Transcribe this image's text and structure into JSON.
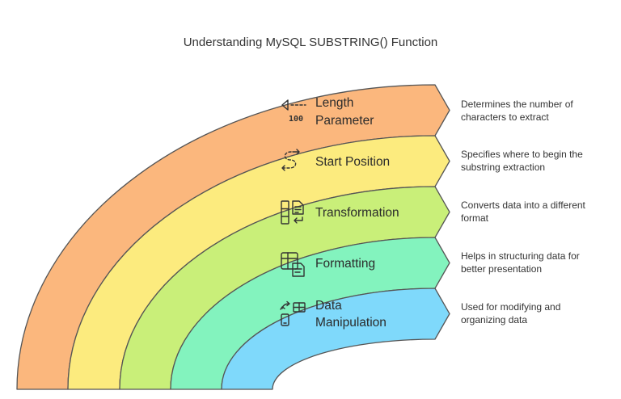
{
  "title": "Understanding MySQL SUBSTRING() Function",
  "layers": [
    {
      "label_lines": [
        "Length",
        "Parameter"
      ],
      "description_lines": [
        "Determines the number of",
        "characters to extract"
      ],
      "color": "#FBB77D",
      "icon": "length-ruler-icon",
      "icon_text": "100"
    },
    {
      "label_lines": [
        "Start Position"
      ],
      "description_lines": [
        "Specifies where to begin the",
        "substring extraction"
      ],
      "color": "#FCEB7E",
      "icon": "start-route-icon"
    },
    {
      "label_lines": [
        "Transformation"
      ],
      "description_lines": [
        "Converts data into a different",
        "format"
      ],
      "color": "#C9EF79",
      "icon": "transform-icon"
    },
    {
      "label_lines": [
        "Formatting"
      ],
      "description_lines": [
        "Helps in structuring data for",
        "better presentation"
      ],
      "color": "#83F3BE",
      "icon": "table-format-icon"
    },
    {
      "label_lines": [
        "Data",
        "Manipulation"
      ],
      "description_lines": [
        "Used for modifying and",
        "organizing data"
      ],
      "color": "#7FD9FB",
      "icon": "data-manipulation-icon"
    }
  ]
}
